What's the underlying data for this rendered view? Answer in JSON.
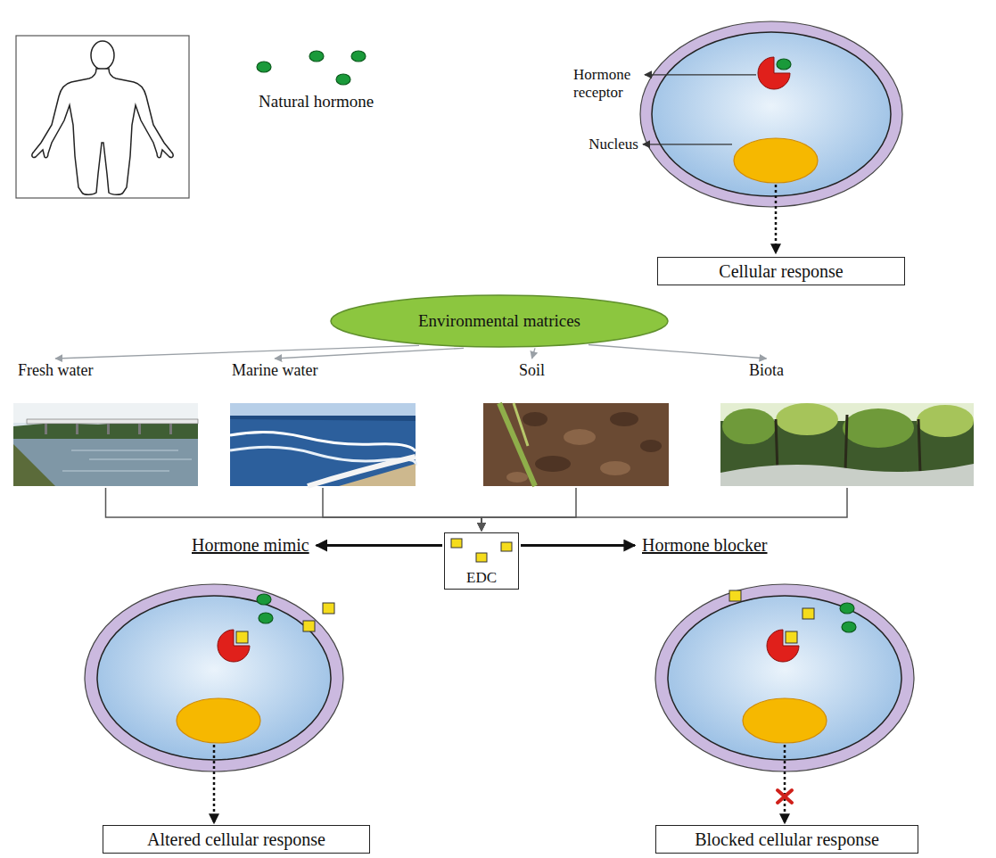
{
  "diagram": {
    "nodes": [
      {
        "text": [
          "Cellular response"
        ]
      },
      {
        "text": [
          "Environmental matrices"
        ]
      },
      {
        "text": [
          "Fresh water"
        ]
      },
      {
        "text": [
          "Marine water"
        ]
      },
      {
        "text": [
          "Soil"
        ]
      },
      {
        "text": [
          "Biota"
        ]
      },
      {
        "text": [
          "EDC"
        ]
      },
      {
        "text": [
          "Hormone mimic"
        ]
      },
      {
        "text": [
          "Hormone blocker"
        ]
      },
      {
        "text": [
          "Altered cellular response"
        ]
      },
      {
        "text": [
          "Blocked cellular response"
        ]
      }
    ],
    "edges": [
      {
        "from": 1,
        "to": 2,
        "arrow": "to"
      },
      {
        "from": 1,
        "to": 3,
        "arrow": "to"
      },
      {
        "from": 1,
        "to": 4,
        "arrow": "to"
      },
      {
        "from": 1,
        "to": 5,
        "arrow": "to"
      },
      {
        "from": 2,
        "to": 6,
        "arrow": "to"
      },
      {
        "from": 3,
        "to": 6,
        "arrow": "to"
      },
      {
        "from": 4,
        "to": 6,
        "arrow": "to"
      },
      {
        "from": 5,
        "to": 6,
        "arrow": "to"
      },
      {
        "from": 6,
        "to": 7,
        "arrow": "to"
      },
      {
        "from": 6,
        "to": 8,
        "arrow": "to"
      },
      {
        "from": 7,
        "to": 9,
        "arrow": "to"
      },
      {
        "from": 8,
        "to": 10,
        "arrow": "to"
      }
    ],
    "labels": [
      "Natural hormone",
      "Hormone receptor",
      "Nucleus"
    ]
  }
}
